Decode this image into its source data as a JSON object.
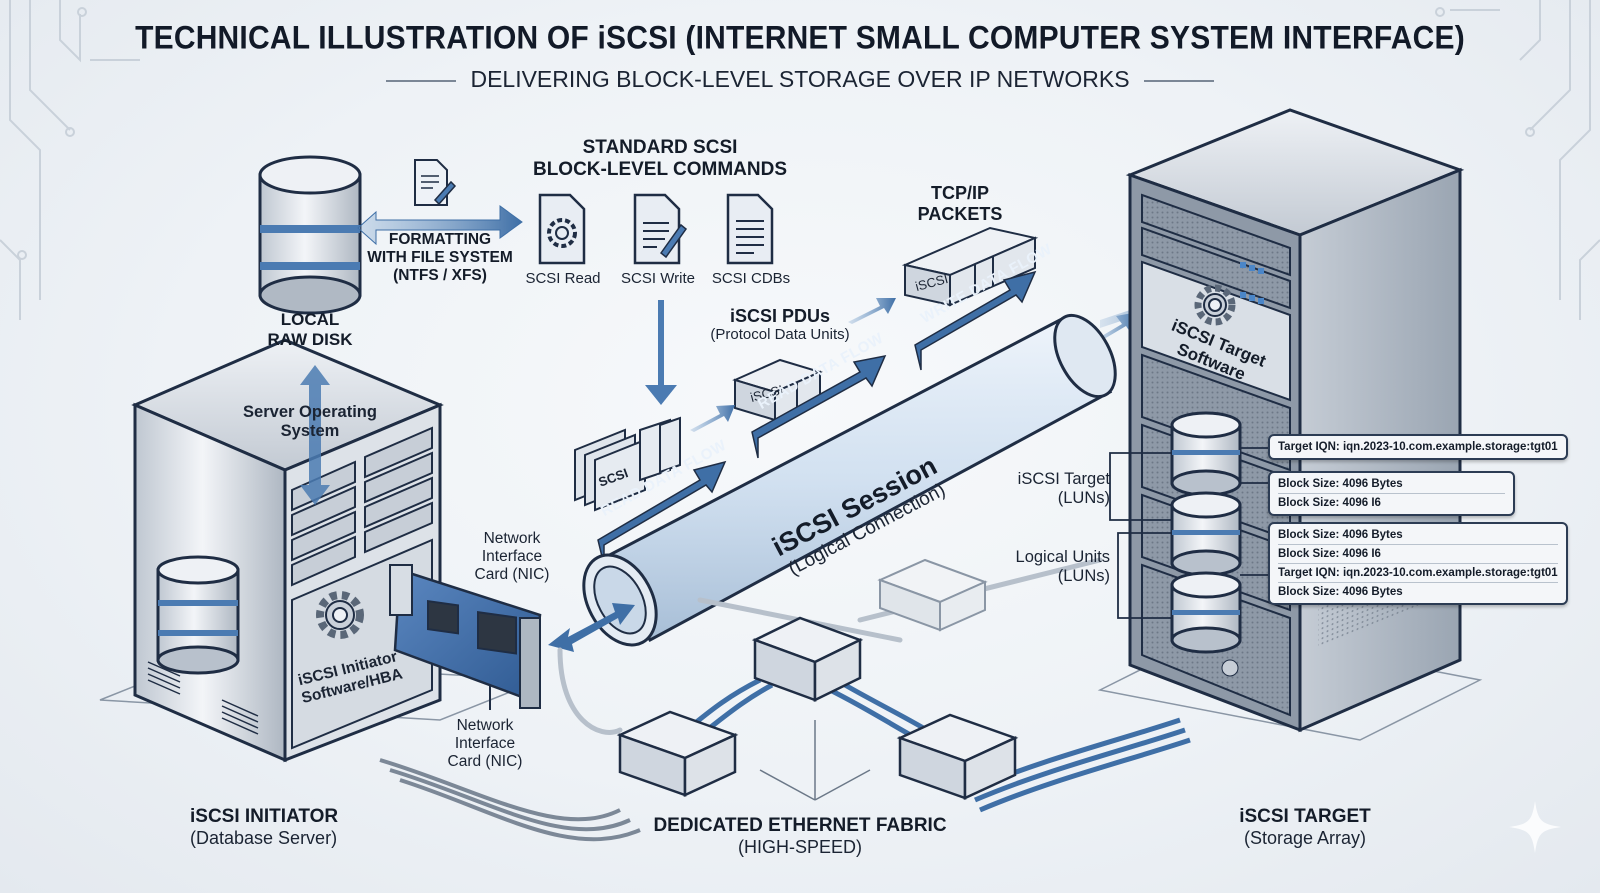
{
  "header": {
    "title": "TECHNICAL ILLUSTRATION OF iSCSI (INTERNET SMALL COMPUTER SYSTEM INTERFACE)",
    "subtitle": "DELIVERING BLOCK-LEVEL STORAGE OVER IP NETWORKS"
  },
  "initiator_side": {
    "local_disk": "LOCAL\nRAW DISK",
    "local_disk_line1": "LOCAL",
    "local_disk_line2": "RAW DISK",
    "formatting_line1": "FORMATTING",
    "formatting_line2": "WITH FILE SYSTEM",
    "formatting_line3": "(NTFS / XFS)",
    "os_line1": "Server Operating",
    "os_line2": "System",
    "initiator_sw_line1": "iSCSI Initiator",
    "initiator_sw_line2": "Software/HBA",
    "nic_upper_line1": "Network",
    "nic_upper_line2": "Interface",
    "nic_upper_line3": "Card (NIC)",
    "nic_lower_line1": "Network",
    "nic_lower_line2": "Interface",
    "nic_lower_line3": "Card (NIC)",
    "caption_title": "iSCSI INITIATOR",
    "caption_sub": "(Database Server)"
  },
  "commands": {
    "heading_line1": "STANDARD SCSI",
    "heading_line2": "BLOCK-LEVEL COMMANDS",
    "items": [
      {
        "label": "SCSI Read",
        "icon": "gear-document"
      },
      {
        "label": "SCSI Write",
        "icon": "pencil-document"
      },
      {
        "label": "SCSI CDBs",
        "icon": "lines-document"
      }
    ]
  },
  "protocol": {
    "pdus_title": "iSCSI PDUs",
    "pdus_sub": "(Protocol Data Units)",
    "tcpip_line1": "TCP/IP",
    "tcpip_line2": "PACKETS",
    "scsi_stack_label": "SCSI",
    "pdu_block_label": "iSCSI",
    "packet_block_label": "iSCSI",
    "read_flow_1": "READ DATA FLOW",
    "read_flow_2": "READ DATA FLOW",
    "write_flow": "WRITE DATA FLOW",
    "session_title": "iSCSI Session",
    "session_sub": "(Logical Connection)"
  },
  "target_side": {
    "software_line1": "iSCSI Target",
    "software_line2": "Software",
    "target_luns_line1": "iSCSI Target",
    "target_luns_line2": "(LUNs)",
    "logical_units_line1": "Logical Units",
    "logical_units_line2": "(LUNs)",
    "annotations": [
      {
        "rows": [
          "Target IQN: iqn.2023-10.com.example.storage:tgt01"
        ]
      },
      {
        "rows": [
          "Block Size: 4096 Bytes",
          "Block Size: 4096 I6"
        ]
      },
      {
        "rows": [
          "Block Size: 4096 Bytes",
          "Block Size: 4096 I6",
          "Target IQN: iqn.2023-10.com.example.storage:tgt01",
          "Block Size: 4096 Bytes"
        ]
      }
    ],
    "caption_title": "iSCSI TARGET",
    "caption_sub": "(Storage Array)"
  },
  "fabric": {
    "caption_title": "DEDICATED ETHERNET FABRIC",
    "caption_sub": "(HIGH-SPEED)"
  },
  "colors": {
    "accent_blue": "#3f6fa6",
    "outline": "#1f2d44",
    "metal": "#d3d9e0"
  }
}
